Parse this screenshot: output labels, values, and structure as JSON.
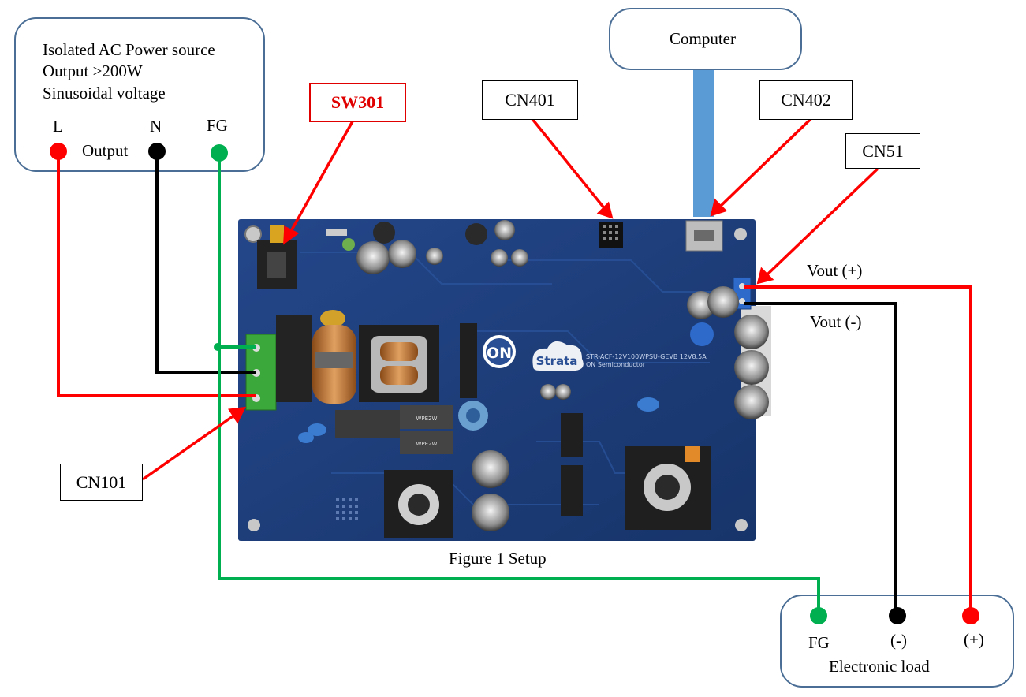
{
  "source": {
    "lines": [
      "Isolated AC Power source",
      "Output >200W",
      "Sinusoidal voltage"
    ],
    "terminal_l": "L",
    "terminal_n": "N",
    "terminal_fg": "FG",
    "output_label": "Output"
  },
  "computer": {
    "label": "Computer"
  },
  "labels": {
    "sw301": "SW301",
    "cn401": "CN401",
    "cn402": "CN402",
    "cn51": "CN51",
    "cn101": "CN101"
  },
  "vout": {
    "plus": "Vout (+)",
    "minus": "Vout (-)"
  },
  "caption": "Figure 1 Setup",
  "load": {
    "title": "Electronic load",
    "fg": "FG",
    "minus": "(-)",
    "plus": "(+)"
  },
  "board": {
    "brand": "ON",
    "platform": "Strata",
    "part_line": "STR-ACF-12V100WPSU-GEVB 12V8.5A",
    "maker": "ON Semiconductor"
  },
  "colors": {
    "wire_red": "#ff0000",
    "wire_black": "#000000",
    "wire_green": "#00b050",
    "usb_cable": "#5b9bd5",
    "box_border": "#4a6e95",
    "sw_label": "#e00000",
    "pcb": "#1c3c74"
  }
}
